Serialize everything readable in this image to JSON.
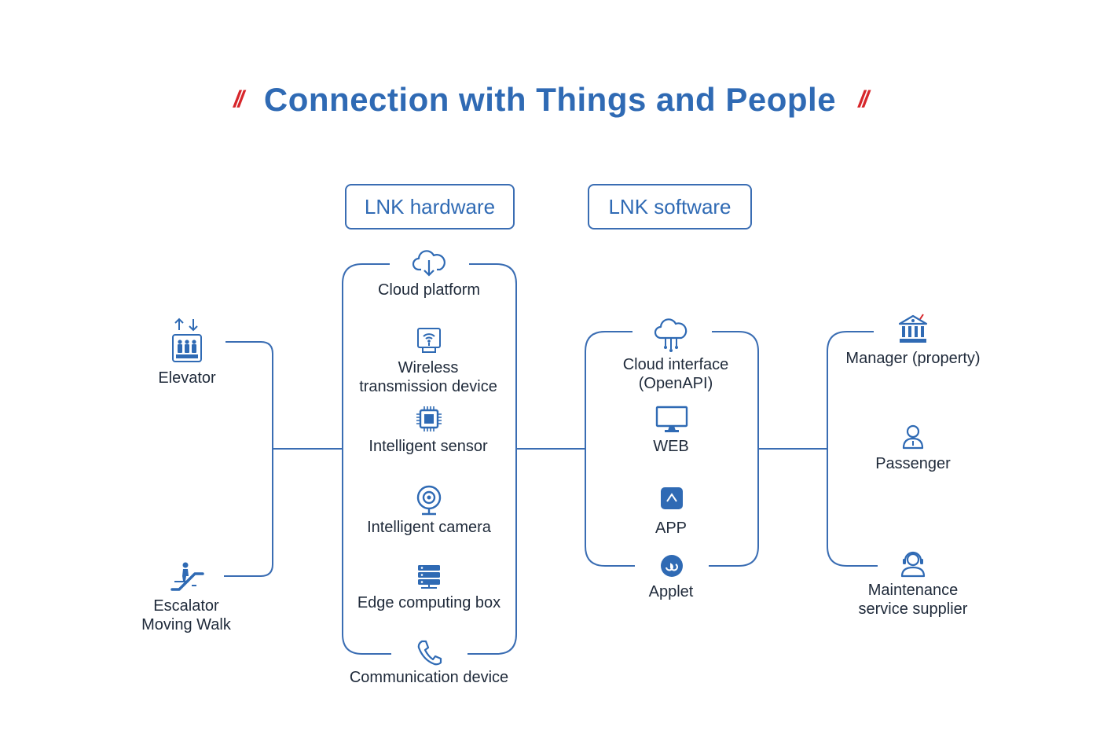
{
  "title": "Connection with Things and People",
  "title_mark": "//",
  "headers": {
    "hardware": "LNK hardware",
    "software": "LNK software"
  },
  "equipment": {
    "elevator": "Elevator",
    "escalator_line1": "Escalator",
    "escalator_line2": "Moving Walk"
  },
  "hardware": {
    "cloud_platform": "Cloud platform",
    "wireless_line1": "Wireless",
    "wireless_line2": "transmission device",
    "sensor": "Intelligent sensor",
    "camera": "Intelligent camera",
    "edge_box": "Edge computing box",
    "communication": "Communication device"
  },
  "software": {
    "cloud_interface_line1": "Cloud interface",
    "cloud_interface_line2": "(OpenAPI)",
    "web": "WEB",
    "app": "APP",
    "applet": "Applet"
  },
  "people": {
    "manager": "Manager (property)",
    "passenger": "Passenger",
    "maintenance_line1": "Maintenance",
    "maintenance_line2": "service supplier"
  },
  "colors": {
    "primary": "#2f6ab4",
    "line": "#3a6db3",
    "accent": "#d7262b",
    "text": "#1f2a3a"
  }
}
